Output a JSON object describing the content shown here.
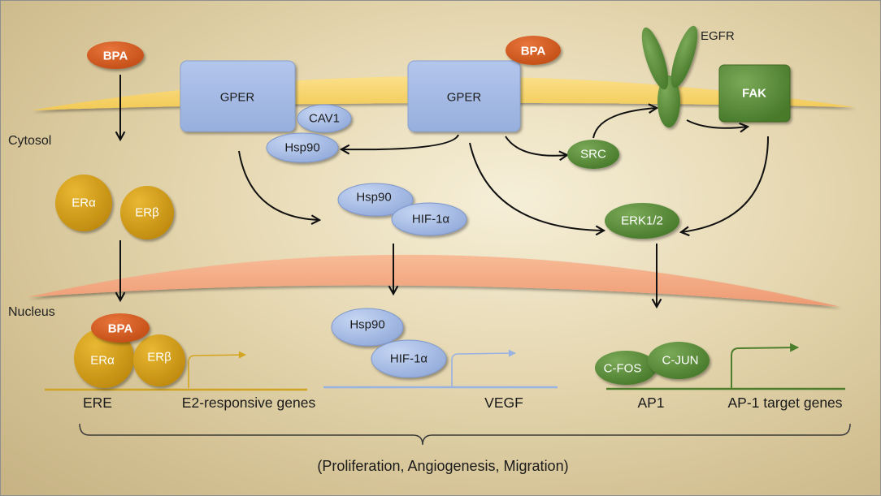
{
  "compartments": {
    "cytosol_label": "Cytosol",
    "nucleus_label": "Nucleus"
  },
  "membrane": {
    "bpa_left": "BPA",
    "bpa_right": "BPA",
    "gper_left": "GPER",
    "gper_right": "GPER",
    "cav1": "CAV1",
    "hsp90": "Hsp90",
    "egfr": "EGFR",
    "fak": "FAK"
  },
  "cytosol": {
    "src": "SRC",
    "er_alpha": "ERα",
    "er_beta": "ERβ",
    "hsp90": "Hsp90",
    "hif1a": "HIF-1α",
    "erk": "ERK1/2"
  },
  "nucleus": {
    "ere_complex": {
      "bpa": "BPA",
      "er_alpha": "ERα",
      "er_beta": "ERβ",
      "element": "ERE",
      "genes": "E2-responsive genes"
    },
    "vegf_complex": {
      "hsp90": "Hsp90",
      "hif1a": "HIF-1α",
      "genes": "VEGF"
    },
    "ap1_complex": {
      "c_fos": "C-FOS",
      "c_jun": "C-JUN",
      "element": "AP1",
      "genes": "AP-1 target genes"
    }
  },
  "outcome": "(Proliferation, Angiogenesis, Migration)",
  "colors": {
    "plasma_membrane": "#f6d36c",
    "nuclear_envelope": "#f2a57e",
    "bpa": "#d65a22",
    "blue_proteins": "#a9bee6",
    "green_kinases": "#5b8b3a",
    "estrogen_receptors": "#d6a11a"
  }
}
